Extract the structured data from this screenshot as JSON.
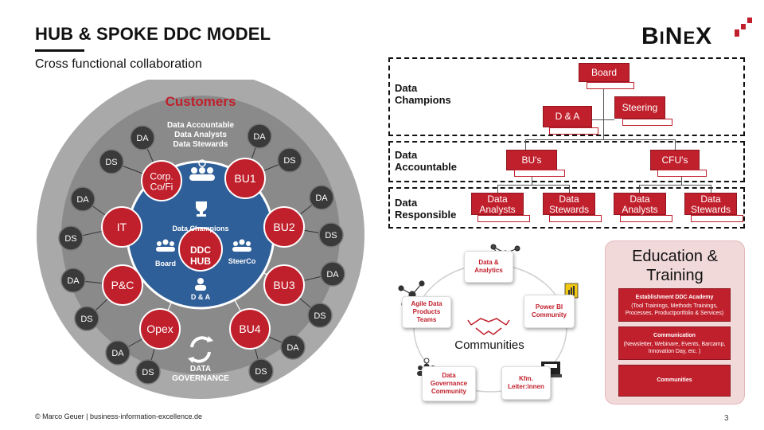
{
  "header": {
    "title": "HUB & SPOKE DDC MODEL",
    "subtitle": "Cross functional collaboration",
    "logo_text": "BINEX"
  },
  "hub": {
    "outer_label": "Customers",
    "ring_label_lines": [
      "Data Accountable",
      "Data Analysts",
      "Data Stewards"
    ],
    "champions_label": "Data Champions",
    "center_lines": [
      "DDC",
      "HUB"
    ],
    "board": "Board",
    "steerco": "SteerCo",
    "da_label": "D & A",
    "governance_lines": [
      "DATA",
      "GOVERNANCE"
    ],
    "spokes": [
      {
        "label": "Corp.\nCo/Fi"
      },
      {
        "label": "BU1"
      },
      {
        "label": "BU2"
      },
      {
        "label": "BU3"
      },
      {
        "label": "BU4"
      },
      {
        "label": "Opex"
      },
      {
        "label": "P&C"
      },
      {
        "label": "IT"
      }
    ],
    "satellites": {
      "da": "DA",
      "ds": "DS"
    }
  },
  "org": {
    "layers": [
      {
        "label": "Data\nChampions"
      },
      {
        "label": "Data\nAccountable"
      },
      {
        "label": "Data\nResponsible"
      }
    ],
    "boxes": {
      "board": "Board",
      "steering": "Steering",
      "da": "D & A",
      "bus": "BU's",
      "cfus": "CFU's",
      "analysts1": "Data\nAnalysts",
      "stewards1": "Data\nStewards",
      "analysts2": "Data\nAnalysts",
      "stewards2": "Data\nStewards"
    }
  },
  "communities": {
    "center": "Communities",
    "items": [
      {
        "label": "Data &\nAnalytics"
      },
      {
        "label": "Power BI\nCommunity"
      },
      {
        "label": "Kfm.\nLeiter:innen"
      },
      {
        "label": "Data\nGovernance\nCommunity"
      },
      {
        "label": "Agile Data\nProducts\nTeams"
      }
    ]
  },
  "education": {
    "title": "Education &\nTraining",
    "blocks": [
      {
        "title": "Establishment DDC Academy",
        "text": "(Tool Trainings, Methods Trainings, Processes, Productportfolio & Services)"
      },
      {
        "title": "Communication",
        "text": "(Newsletter, Webinare, Events, Barcamp, Innovation Day, etc. )"
      },
      {
        "title": "Communities",
        "text": ""
      }
    ]
  },
  "footer": {
    "copyright": "© Marco Geuer | business-information-excellence.de",
    "page": "3"
  },
  "colors": {
    "accent": "#c0202c",
    "hub_blue": "#2f5f98",
    "ring_outer": "#a7a7a7",
    "ring_inner": "#888888",
    "satellite": "#3a3a3a",
    "edu_bg": "#f1d9da"
  }
}
